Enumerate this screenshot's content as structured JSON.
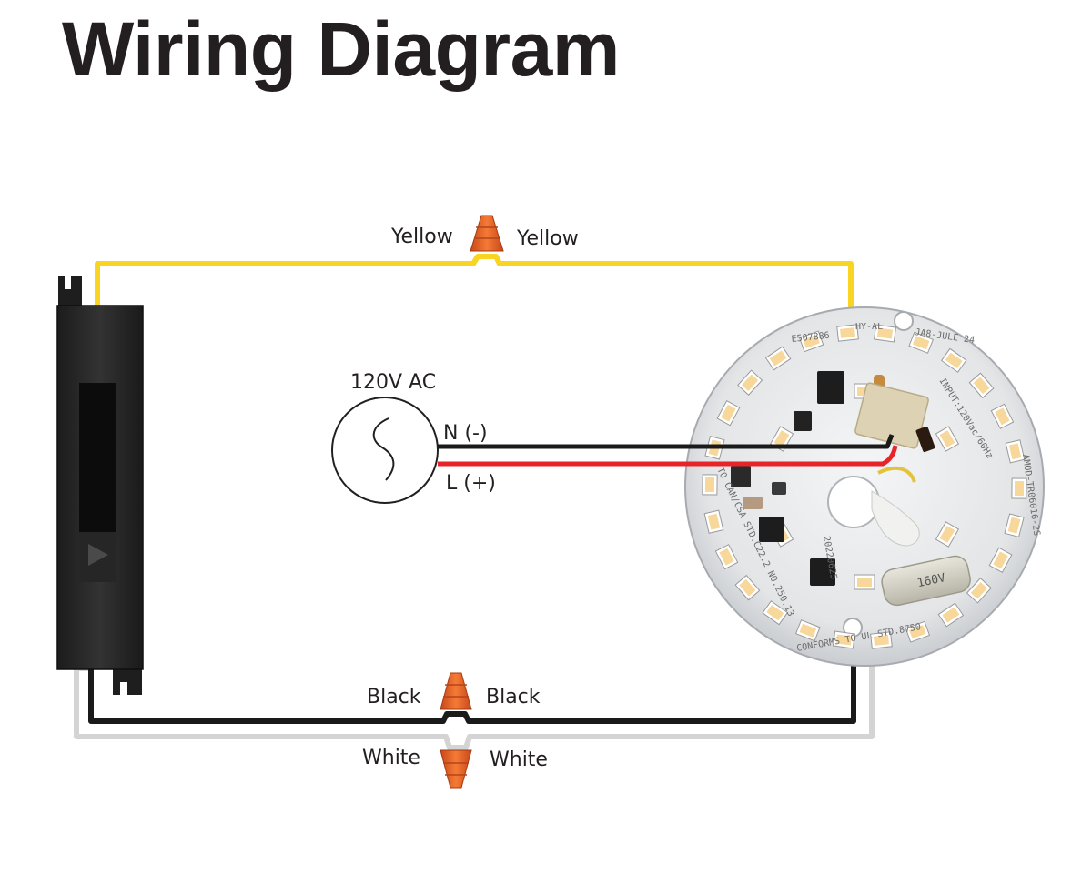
{
  "title": "Wiring Diagram",
  "source": {
    "label": "120V AC",
    "neutral_label": "N (-)",
    "line_label": "L (+)"
  },
  "wires": {
    "yellow": {
      "left_label": "Yellow",
      "right_label": "Yellow",
      "color": "#f9d423"
    },
    "black": {
      "left_label": "Black",
      "right_label": "Black",
      "color": "#1a1a1a"
    },
    "white": {
      "left_label": "White",
      "right_label": "White",
      "color": "#d4d4d4"
    },
    "red": {
      "color": "#e8242b"
    }
  },
  "wire_nut_color": "#f26522",
  "pcb_markings": {
    "top_left": "E507886",
    "top_mid": "HY-AL",
    "top_right": "JA8-JULE 24",
    "input": "INPUT:120Vac/60Hz",
    "right_edge": "AMOD-TR06016-2S",
    "bottom": "CONFORMS TO UL STD.8750",
    "left_edge": "TO CAN/CSA STD.C22.2 NO.250.13",
    "capacitor": "160V",
    "date_code": "20220625"
  }
}
